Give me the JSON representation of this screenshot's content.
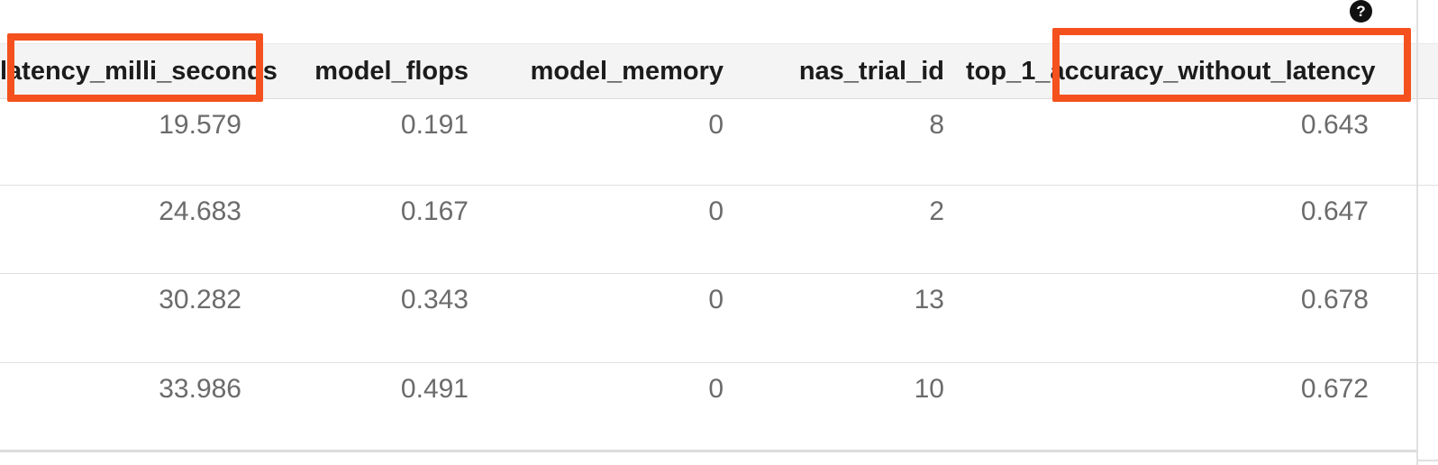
{
  "toolbar": {
    "help_icon_glyph": "?"
  },
  "annotations": {
    "highlight_color": "#f4511e",
    "highlighted_columns": [
      "latency_milli_seconds",
      "top_1_accuracy_without_latency"
    ]
  },
  "table": {
    "columns": [
      {
        "label": "latency_milli_seconds"
      },
      {
        "label": "model_flops"
      },
      {
        "label": "model_memory"
      },
      {
        "label": "nas_trial_id"
      },
      {
        "label": "top_1_accuracy_without_latency"
      }
    ],
    "rows": [
      [
        "19.579",
        "0.191",
        "0",
        "8",
        "0.643"
      ],
      [
        "24.683",
        "0.167",
        "0",
        "2",
        "0.647"
      ],
      [
        "30.282",
        "0.343",
        "0",
        "13",
        "0.678"
      ],
      [
        "33.986",
        "0.491",
        "0",
        "10",
        "0.672"
      ]
    ]
  }
}
